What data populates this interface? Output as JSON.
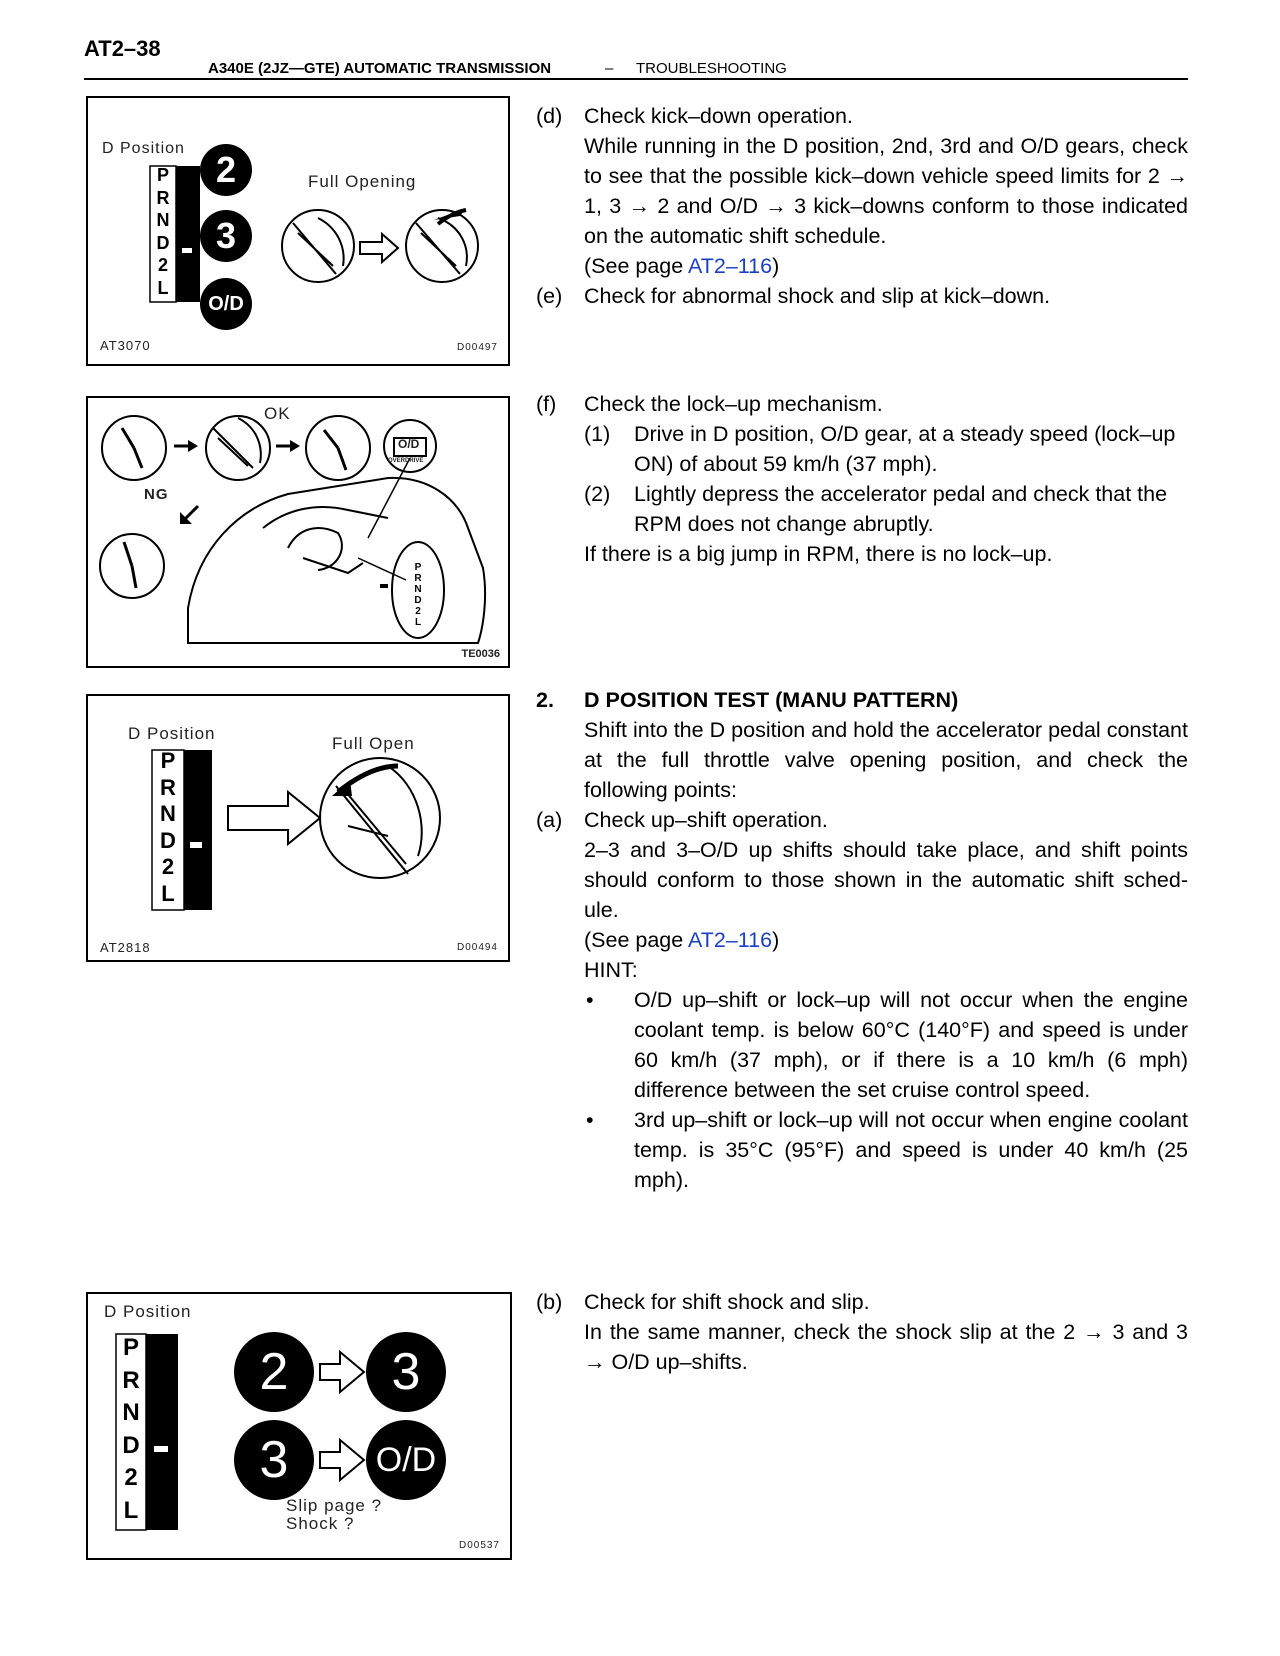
{
  "header": {
    "page_number": "AT2–38",
    "title": "A340E (2JZ—GTE) AUTOMATIC TRANSMISSION",
    "dash": "–",
    "section": "TROUBLESHOOTING"
  },
  "figures": {
    "fig1": {
      "position_label": "D Position",
      "action_label": "Full Opening",
      "gear_letters": [
        "P",
        "R",
        "N",
        "D",
        "2",
        "L"
      ],
      "gears": [
        "2",
        "3",
        "O/D"
      ],
      "code_left": "AT3070",
      "code_right": "D00497"
    },
    "fig2": {
      "ok_label": "OK",
      "ng_label": "NG",
      "od_label": "O/D",
      "od_sub_label": "OVERDRIVE",
      "gear_letters": [
        "P",
        "R",
        "N",
        "D",
        "2",
        "L"
      ],
      "code_right": "TE0036"
    },
    "fig3": {
      "position_label": "D Position",
      "action_label": "Full Open",
      "gear_letters": [
        "P",
        "R",
        "N",
        "D",
        "2",
        "L"
      ],
      "code_left": "AT2818",
      "code_right": "D00494"
    },
    "fig4": {
      "position_label": "D Position",
      "gear_letters": [
        "P",
        "R",
        "N",
        "D",
        "2",
        "L"
      ],
      "gears": [
        "2",
        "3",
        "3",
        "O/D"
      ],
      "slip_label": "Slip page ?",
      "shock_label": "Shock ?",
      "code_right": "D00537"
    }
  },
  "content": {
    "d": {
      "label": "(d)",
      "title": "Check kick–down operation.",
      "body": "While running in the D position, 2nd, 3rd and O/D gears, check to see that the possible kick–down vehicle speed limits for 2 → 1, 3 → 2 and O/D → 3 kick–downs conform to those indicated on the automatic shift schedule.",
      "see_prefix": "(See page ",
      "see_link": "AT2–116",
      "see_suffix": ")"
    },
    "e": {
      "label": "(e)",
      "title": "Check for abnormal shock and slip at kick–down."
    },
    "f": {
      "label": "(f)",
      "title": "Check the lock–up mechanism.",
      "step1_label": "(1)",
      "step1": "Drive in D position, O/D gear, at a steady speed (lock–up ON) of about 59 km/h (37 mph).",
      "step2_label": "(2)",
      "step2": "Lightly depress the accelerator pedal and check that the RPM does not change abruptly.",
      "note": "If there is a big jump in RPM, there is no lock–up."
    },
    "test2": {
      "number": "2.",
      "heading": "D POSITION TEST (MANU PATTERN)",
      "body": "Shift into the D position and hold the accelerator pedal constant at the full throttle valve opening position, and check the following points:"
    },
    "a": {
      "label": "(a)",
      "title": "Check up–shift operation.",
      "body": "2–3 and 3–O/D up shifts should take place, and shift points should conform to those shown in the automatic shift sched- ule.",
      "see_prefix": "(See page ",
      "see_link": "AT2–116",
      "see_suffix": ")",
      "hint": "HINT:",
      "bullets": [
        "O/D up–shift or lock–up will not occur when the engine coolant temp. is below 60°C (140°F) and speed is under 60 km/h (37 mph), or if there is a 10 km/h (6 mph) difference between the set cruise control speed.",
        "3rd up–shift or lock–up will not occur when engine coolant temp. is 35°C (95°F) and speed is under 40 km/h (25 mph)."
      ],
      "bullet_symbol": "•"
    },
    "b": {
      "label": "(b)",
      "title": "Check for shift shock and slip.",
      "body": "In the same manner, check the shock slip at the 2 → 3 and 3 → O/D up–shifts."
    }
  }
}
